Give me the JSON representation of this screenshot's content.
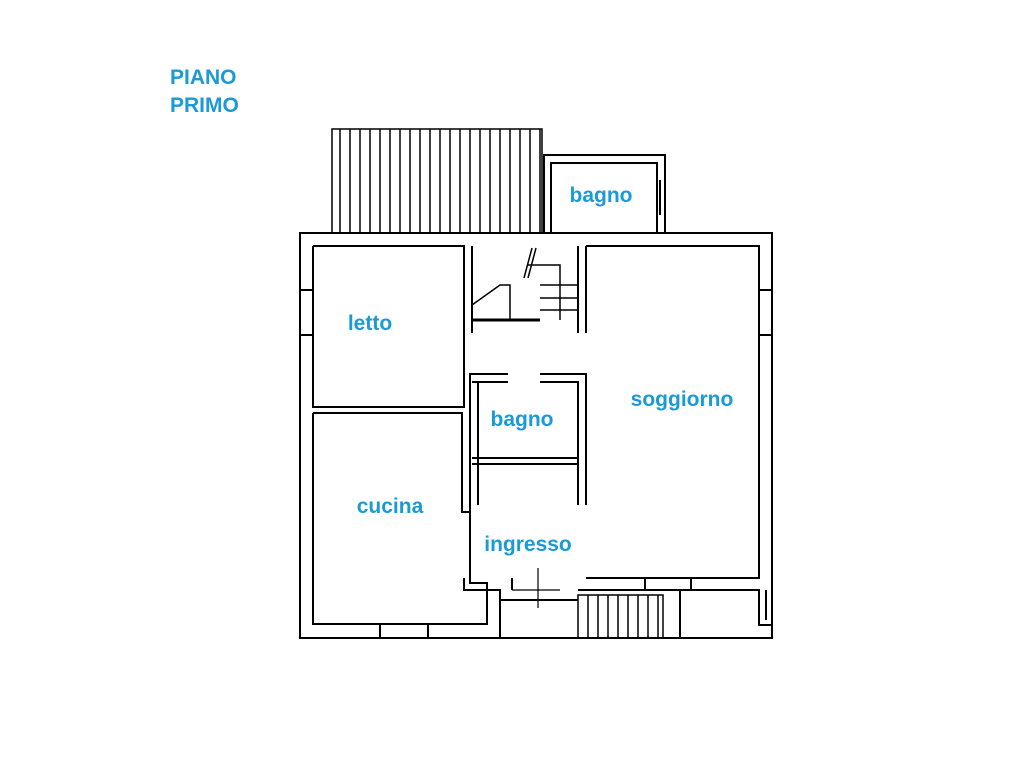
{
  "floor_title": {
    "line1": "PIANO",
    "line2": "PRIMO"
  },
  "rooms": {
    "bagno_top": "bagno",
    "letto": "letto",
    "soggiorno": "soggiorno",
    "bagno_center": "bagno",
    "cucina": "cucina",
    "ingresso": "ingresso"
  },
  "colors": {
    "label": "#1a9ad6",
    "wall": "#000000",
    "background": "#ffffff"
  }
}
